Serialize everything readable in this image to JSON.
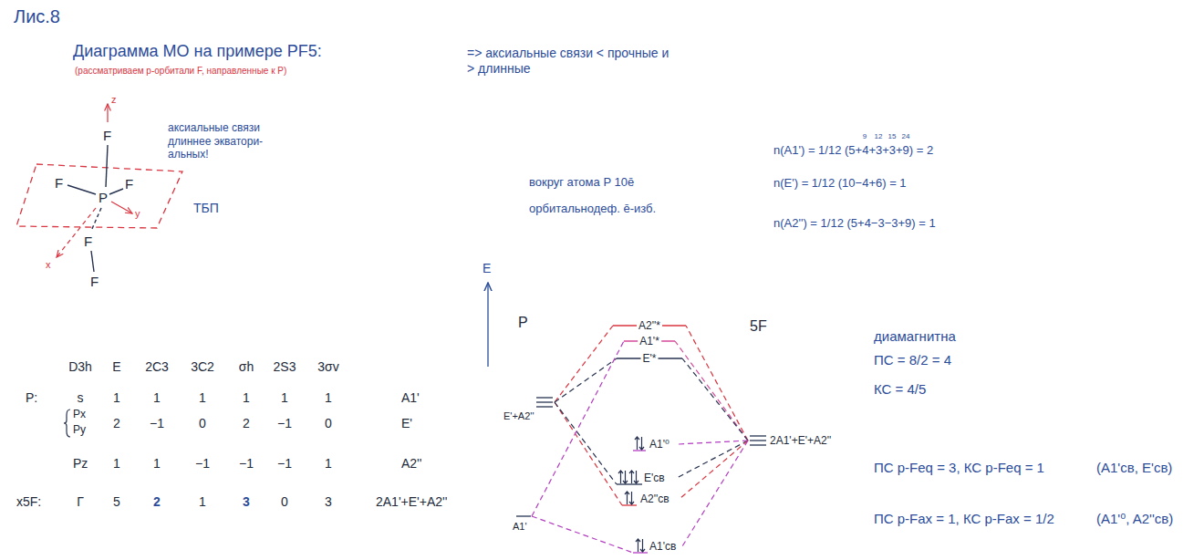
{
  "diagram": {
    "title": "Диаграмма МО на примере PF5:",
    "labels": [
      "Лис.8",
      "(рассматриваем p-орбитали F, направленные к P)",
      "z",
      "F",
      "F",
      "F",
      "P",
      "y",
      "F",
      "x",
      "F",
      "аксиальные связи длиннее экватори- альных!",
      "ТБП",
      "=> аксиальные связи < прочные и > длинные",
      "вокруг атома P 10ē орбитальнодеф. ē-изб.",
      "9",
      "12",
      "15",
      "24",
      "n(A1') = 1/12 (5+4+3+3+9) = 2",
      "n(E') = 1/12 (10−4+6) = 1",
      "n(A2'') = 1/12 (5+4−3−3+9) = 1",
      "D3h",
      "E",
      "2C3",
      "3C2",
      "σh",
      "2S3",
      "3σv",
      "P:",
      "s",
      "1",
      "1",
      "1",
      "1",
      "1",
      "1",
      "A1'",
      "Px",
      "Py",
      "2",
      "−1",
      "0",
      "2",
      "−1",
      "0",
      "E'",
      "Pz",
      "1",
      "1",
      "−1",
      "−1",
      "−1",
      "1",
      "A2''",
      "x5F:",
      "Γ",
      "5",
      "2",
      "1",
      "3",
      "0",
      "3",
      "2A1'+E'+A2''",
      "E",
      "P",
      "5F",
      "E'+A2''",
      "A1'",
      "2A1'+E'+A2''",
      "A2''*",
      "A1'*",
      "E'*",
      "A1'⁰",
      "E'св",
      "A2''св",
      "A1'св",
      "диамагнитна",
      "ПС = 8/2 = 4",
      "КС = 4/5",
      "ПС p-Feq = 3, КС p-Feq = 1",
      "(A1'св, E'св)",
      "ПС p-Fax = 1, КС p-Fax = 1/2",
      "(A1'⁰, A2''св)"
    ]
  }
}
